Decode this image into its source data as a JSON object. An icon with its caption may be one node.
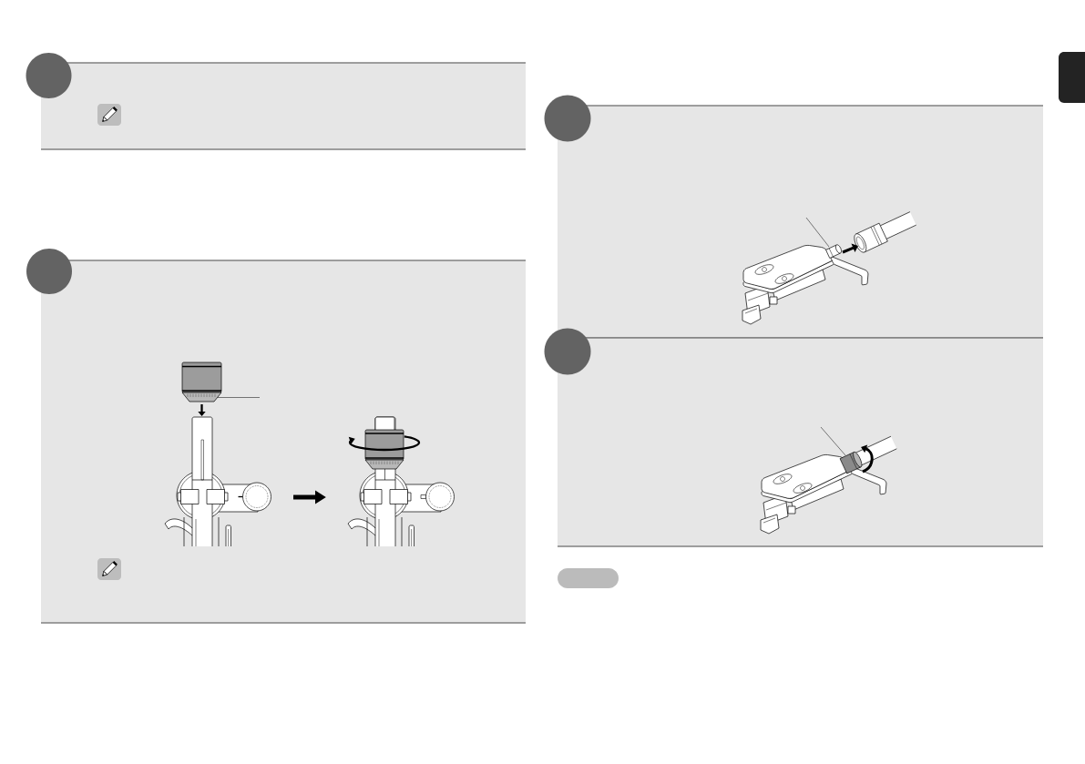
{
  "diagram": {
    "nodes": [
      {
        "text": [],
        "shape": "box"
      },
      {
        "text": [],
        "shape": "circle"
      },
      {
        "text": [],
        "shape": "box"
      },
      {
        "text": [],
        "shape": "circle"
      },
      {
        "text": [],
        "shape": "picture",
        "in": 2
      },
      {
        "text": [],
        "shape": "picture",
        "in": 2
      },
      {
        "text": [],
        "shape": "box"
      },
      {
        "text": [],
        "shape": "circle"
      },
      {
        "text": [],
        "shape": "picture",
        "in": 6
      },
      {
        "text": [],
        "shape": "box"
      },
      {
        "text": [],
        "shape": "circle"
      },
      {
        "text": [],
        "shape": "picture",
        "in": 9
      },
      {
        "text": [],
        "shape": "box"
      },
      {
        "text": [],
        "shape": "box"
      }
    ],
    "edges": [
      {
        "from": 4,
        "to": 5,
        "arrow": "to"
      }
    ]
  }
}
